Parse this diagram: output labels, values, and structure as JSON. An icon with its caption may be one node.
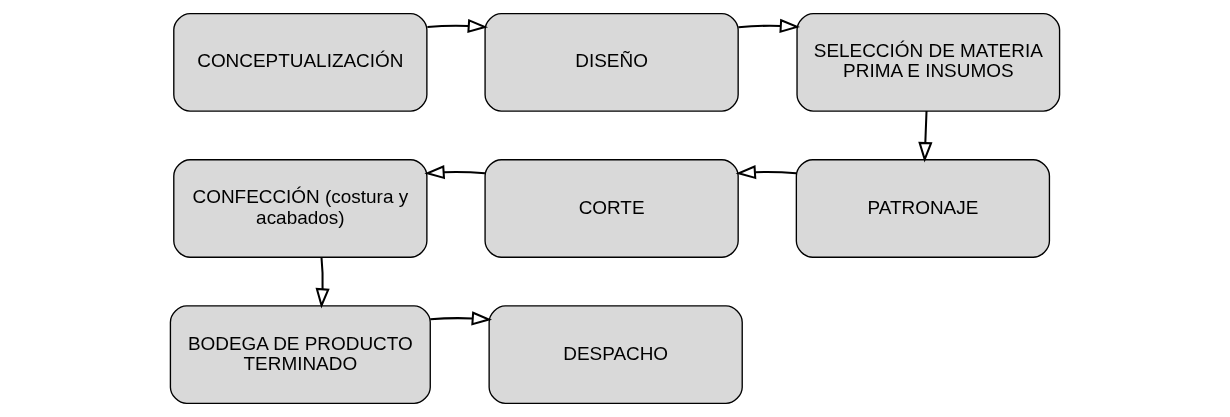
{
  "diagram": {
    "nodes": [
      {
        "text": [
          "CONCEPTUALIZACIÓN"
        ]
      },
      {
        "text": [
          "DISEÑO"
        ]
      },
      {
        "text": [
          "SELECCIÓN DE MATERIA PRIMA E INSUMOS"
        ]
      },
      {
        "text": [
          "CONFECCIÓN (costura y acabados)"
        ]
      },
      {
        "text": [
          "CORTE"
        ]
      },
      {
        "text": [
          "PATRONAJE"
        ]
      },
      {
        "text": [
          "BODEGA DE PRODUCTO TERMINADO"
        ]
      },
      {
        "text": [
          "DESPACHO"
        ]
      }
    ],
    "edges": [
      {
        "from": 0,
        "to": 1,
        "arrow": "to"
      },
      {
        "from": 1,
        "to": 2,
        "arrow": "to"
      },
      {
        "from": 2,
        "to": 5,
        "arrow": "to"
      },
      {
        "from": 5,
        "to": 4,
        "arrow": "to"
      },
      {
        "from": 4,
        "to": 3,
        "arrow": "to"
      },
      {
        "from": 3,
        "to": 6,
        "arrow": "to"
      },
      {
        "from": 6,
        "to": 7,
        "arrow": "to"
      }
    ]
  }
}
